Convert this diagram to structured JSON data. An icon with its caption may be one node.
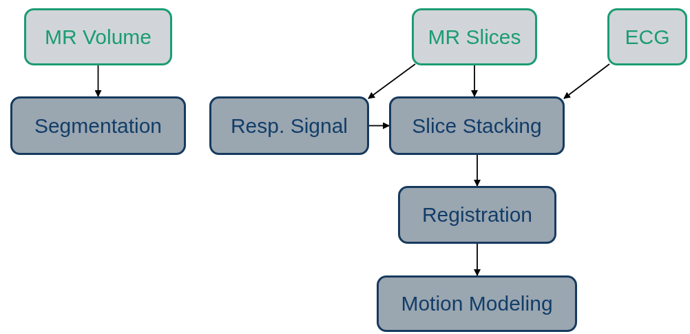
{
  "diagram": {
    "nodes": [
      {
        "text": [
          "MR Volume"
        ]
      },
      {
        "text": [
          "MR Slices"
        ]
      },
      {
        "text": [
          "ECG"
        ]
      },
      {
        "text": [
          "Segmentation"
        ]
      },
      {
        "text": [
          "Resp. Signal"
        ]
      },
      {
        "text": [
          "Slice Stacking"
        ]
      },
      {
        "text": [
          "Registration"
        ]
      },
      {
        "text": [
          "Motion Modeling"
        ]
      }
    ],
    "edges": [
      {
        "from": 0,
        "to": 3,
        "arrow": "to"
      },
      {
        "from": 1,
        "to": 4,
        "arrow": "to"
      },
      {
        "from": 1,
        "to": 5,
        "arrow": "to"
      },
      {
        "from": 2,
        "to": 5,
        "arrow": "to"
      },
      {
        "from": 4,
        "to": 5,
        "arrow": "to"
      },
      {
        "from": 5,
        "to": 6,
        "arrow": "to"
      },
      {
        "from": 6,
        "to": 7,
        "arrow": "to"
      }
    ]
  }
}
